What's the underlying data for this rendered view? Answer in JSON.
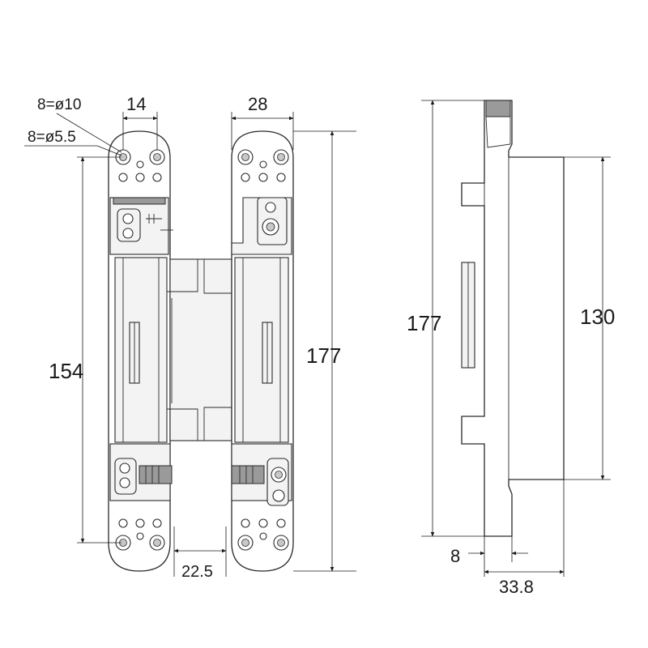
{
  "labels": {
    "hole_large": "8=ø10",
    "hole_small": "8=ø5.5",
    "width_14": "14",
    "width_28": "28",
    "height_154": "154",
    "height_177_front": "177",
    "gap_22_5": "22.5",
    "height_177_side": "177",
    "height_130": "130",
    "depth_8": "8",
    "depth_33_8": "33.8"
  }
}
